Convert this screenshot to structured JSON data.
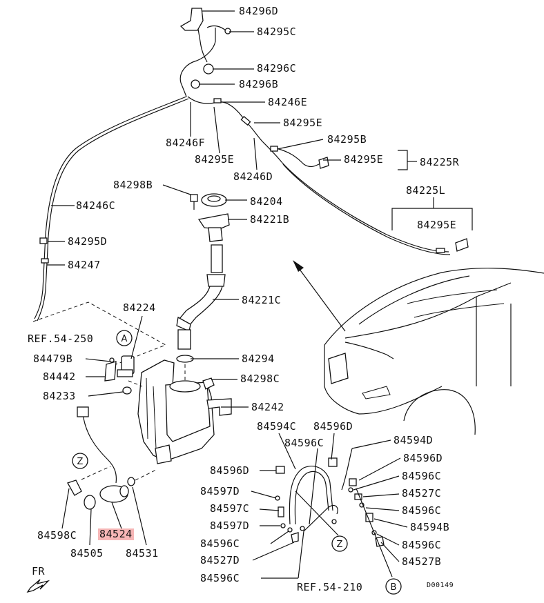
{
  "labels": {
    "p84296D": "84296D",
    "p84295C_top": "84295C",
    "p84296C": "84296C",
    "p84296B": "84296B",
    "p84246E": "84246E",
    "p84295E_a": "84295E",
    "p84295B": "84295B",
    "p84295E_b": "84295E",
    "p84225R": "84225R",
    "p84246F": "84246F",
    "p84295E_c": "84295E",
    "p84246D": "84246D",
    "p84298B": "84298B",
    "p84204": "84204",
    "p84221B": "84221B",
    "p84225L": "84225L",
    "p84295E_d": "84295E",
    "p84246C": "84246C",
    "p84295D": "84295D",
    "p84247": "84247",
    "p84221C": "84221C",
    "p84224": "84224",
    "ref54250": "REF.54-250",
    "p84479B": "84479B",
    "p84294": "84294",
    "p84442": "84442",
    "p84298C": "84298C",
    "p84233": "84233",
    "p84242": "84242",
    "p84594C": "84594C",
    "p84596D_top": "84596D",
    "p84596C_top": "84596C",
    "p84594D": "84594D",
    "p84596D_l": "84596D",
    "p84596D_r": "84596D",
    "p84597D_a": "84597D",
    "p84596C_r1": "84596C",
    "p84597C": "84597C",
    "p84527C": "84527C",
    "p84597D_b": "84597D",
    "p84596C_r2": "84596C",
    "p84594B": "84594B",
    "p84596C_l1": "84596C",
    "p84596C_r3": "84596C",
    "p84527D": "84527D",
    "p84527B": "84527B",
    "p84596C_l2": "84596C",
    "ref54210": "REF.54-210",
    "p84598C": "84598C",
    "p84524": "84524",
    "p84505": "84505",
    "p84531": "84531",
    "fr": "FR",
    "code": "D00149"
  },
  "callouts": {
    "A": "A",
    "Z1": "Z",
    "Z2": "Z",
    "B": "B"
  },
  "colors": {
    "highlight": "#f6b6b6",
    "ink": "#111111"
  }
}
